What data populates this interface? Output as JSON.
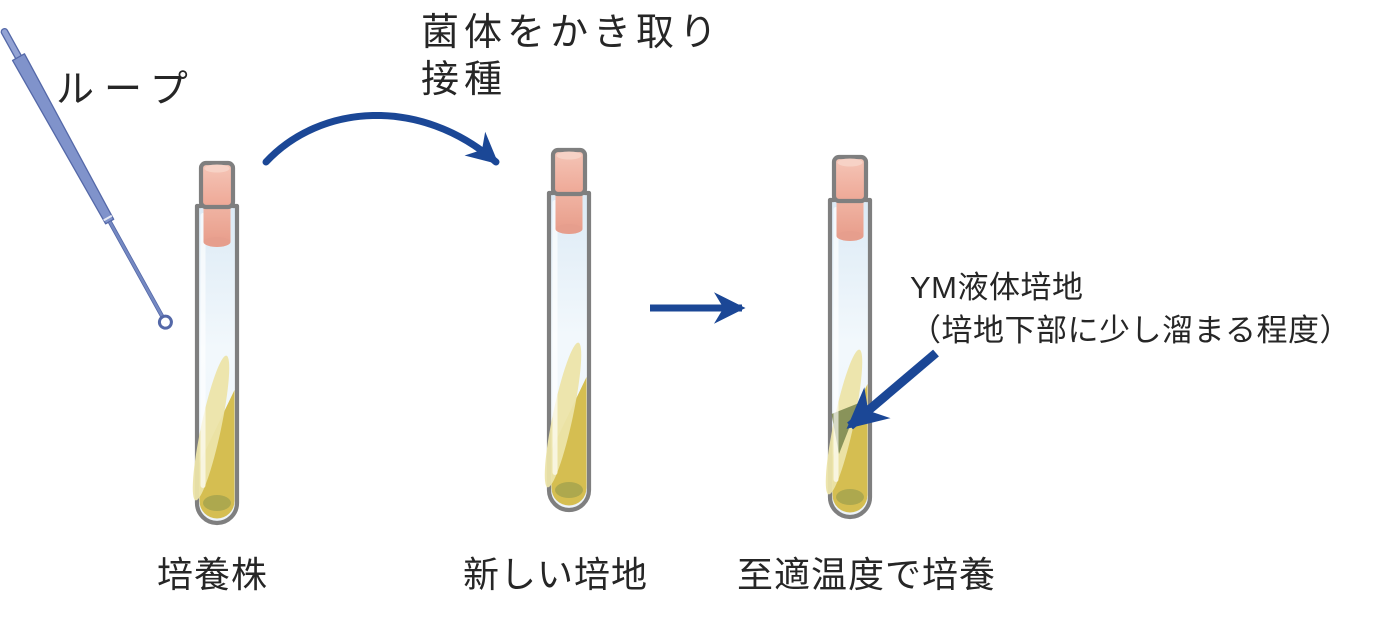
{
  "diagram": {
    "title_none": "",
    "labels": {
      "loop": "ループ",
      "transfer_line1": "菌体をかき取り",
      "transfer_line2": "接種",
      "tube1": "培養株",
      "tube2": "新しい培地",
      "tube3": "至適温度で培養",
      "annotation_line1": "YM液体培地",
      "annotation_line2": "（培地下部に少し溜まる程度）"
    },
    "colors": {
      "arrow_blue": "#1B4796",
      "loop_blue": "#8093CB",
      "loop_border": "#5468A8",
      "tube_outline": "#7F7F7F",
      "stopper_pink": "#F2BCAD",
      "medium_yellow": "#D5BE51",
      "medium_highlight": "#ECE4A9",
      "medium_bottom": "#A6A54E",
      "pooled_medium_dark": "#7D8951",
      "text_color": "#262626",
      "background": "#FFFFFF"
    }
  }
}
